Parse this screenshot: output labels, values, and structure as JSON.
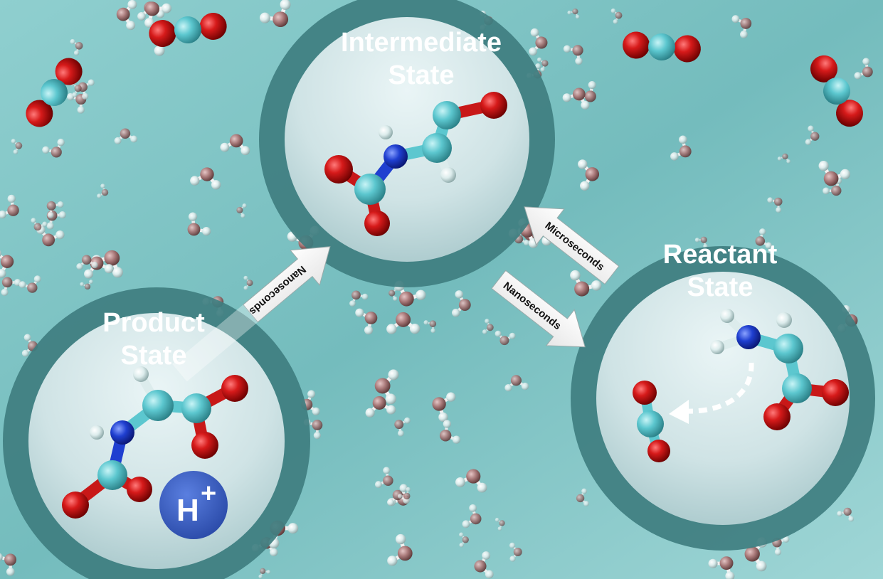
{
  "states": {
    "intermediate": {
      "line1": "Intermediate",
      "line2": "State"
    },
    "product": {
      "line1": "Product",
      "line2": "State"
    },
    "reactant": {
      "line1": "Reactant",
      "line2": "State"
    }
  },
  "arrows": {
    "intermediate_to_product": "Nanoseconds",
    "intermediate_to_reactant": "Nanoseconds",
    "reactant_to_intermediate": "Microseconds"
  },
  "proton": {
    "symbol": "H",
    "charge": "+"
  },
  "colors": {
    "water_background": "#7fc4c4",
    "bubble_rim": "#3f7e80",
    "bubble_inner": "#cfe6e8",
    "oxygen": "#c81818",
    "carbon": "#5cc7cf",
    "nitrogen": "#1f3fd0",
    "hydrogen": "#e8f2f2",
    "water_oxygen": "#a87878",
    "proton_badge": "#3558b8"
  }
}
